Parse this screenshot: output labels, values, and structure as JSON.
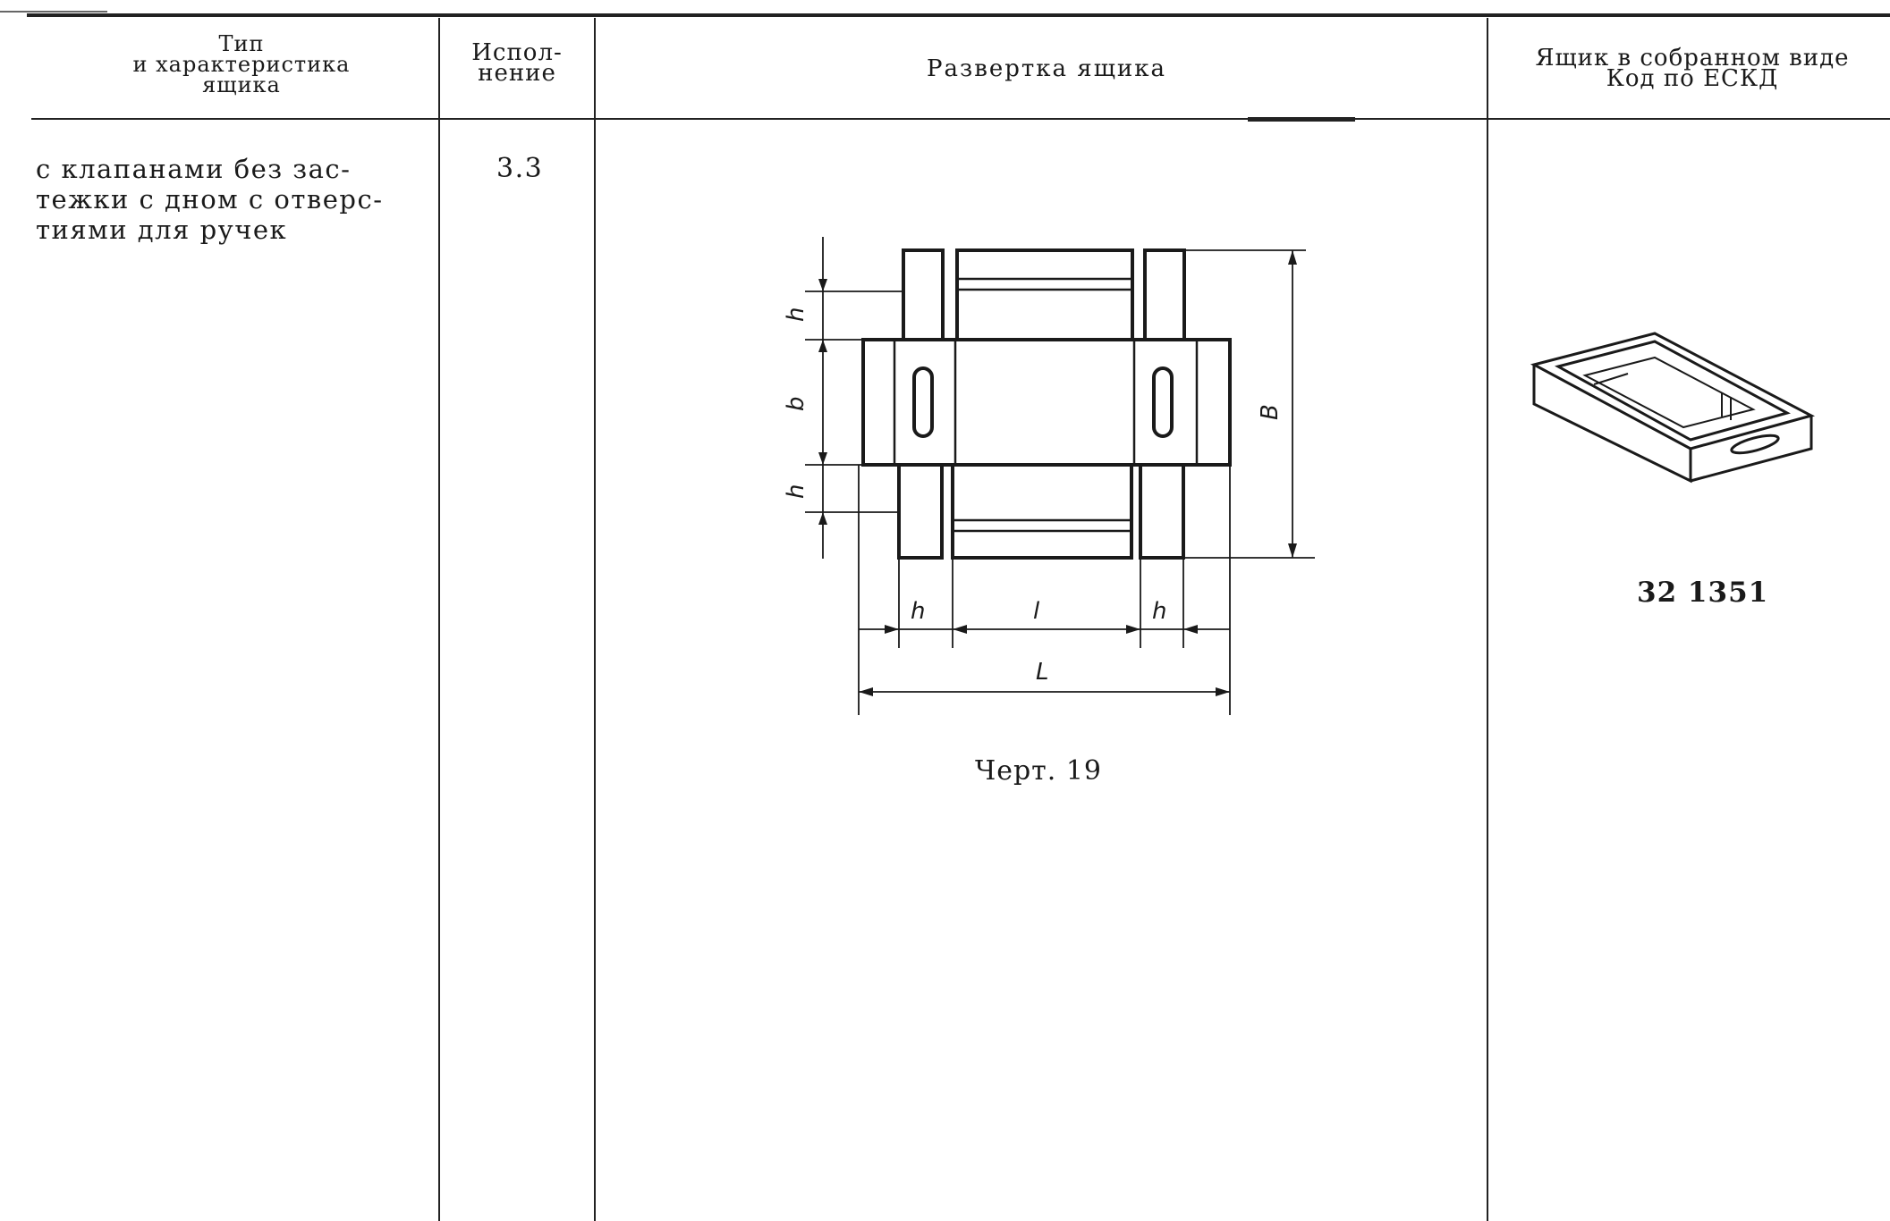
{
  "table": {
    "headers": {
      "type": "Тип\nи характеристика\nящика",
      "version": "Испол-\nнение",
      "unfold": "Развертка ящика",
      "assembled": "Ящик в собранном виде\nКод по ЕСКД"
    },
    "row": {
      "description": "с клапанами без зас-\nтежки с дном с отверс-\nтиями для ручек",
      "version": "3.3",
      "drawing_labels": {
        "h": "h",
        "b": "b",
        "B": "B",
        "l": "l",
        "L": "L"
      },
      "caption": "Черт. 19",
      "code": "32 1351"
    }
  }
}
